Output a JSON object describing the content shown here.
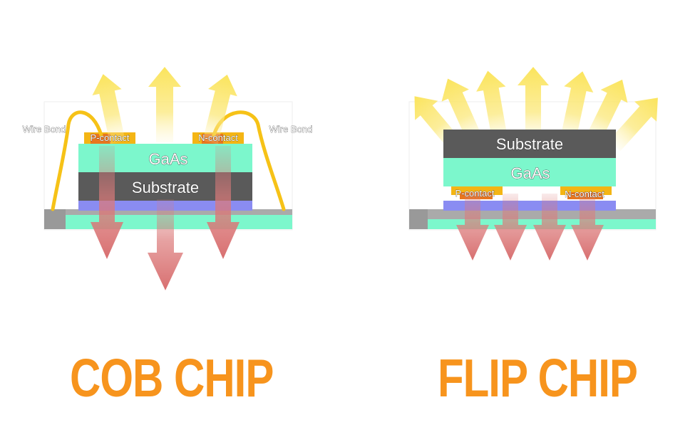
{
  "cob": {
    "title": "COB CHIP",
    "layers": {
      "top": "GaAs",
      "bottom": "Substrate"
    },
    "contacts": {
      "left": "P-contact",
      "right": "N-contact"
    },
    "wire_labels": {
      "left": "Wire Bond",
      "right": "Wire Bond"
    }
  },
  "flip": {
    "title": "FLIP CHIP",
    "layers": {
      "top": "Substrate",
      "bottom": "GaAs"
    },
    "contacts": {
      "left": "P-contact",
      "right": "N-contact"
    }
  },
  "colors": {
    "gaas": "#7cf7cc",
    "substrate": "#5a5a5a",
    "contact_pad": "#f4b514",
    "contact": "#e8761f",
    "wire": "#f6c217",
    "blue_layer": "#8a8cf2",
    "board_gray": "#999999",
    "light_arrow": "#fbe45c",
    "heat_arrow": "#dc7a7a",
    "title": "#f7941d"
  }
}
